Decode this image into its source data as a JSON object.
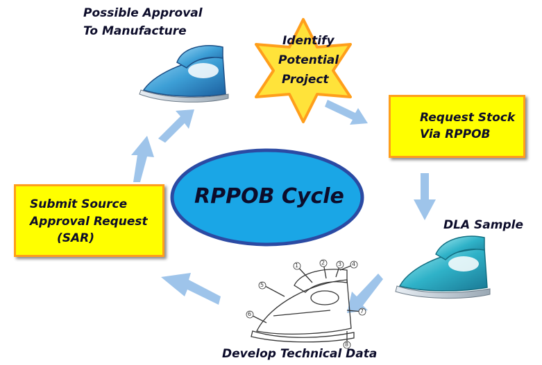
{
  "diagram": {
    "center": {
      "label": "RPPOB Cycle"
    },
    "steps": [
      {
        "line1": "Identify",
        "line2": "Potential",
        "line3": "Project"
      },
      {
        "line1": "Request Stock",
        "line2": "Via RPPOB"
      },
      {
        "line1": "DLA Sample"
      },
      {
        "line1": "Develop Technical Data"
      },
      {
        "line1": "Submit Source",
        "line2": "Approval Request",
        "line3": "(SAR)"
      },
      {
        "line1": "Possible Approval",
        "line2": "To Manufacture"
      }
    ],
    "drawing_callouts": [
      "1",
      "2",
      "3",
      "4",
      "5",
      "6",
      "7",
      "8"
    ],
    "colors": {
      "ellipse_fill": "#1aa6e6",
      "ellipse_stroke": "#2b4aa3",
      "box_fill": "#ffff00",
      "box_border": "#ff9e1b",
      "star_fill": "#ffe33a",
      "star_stroke": "#ff9e1b",
      "arrow": "#9ec4ea",
      "iron_blue": "#3d9fd6",
      "iron_teal": "#2fb2c8",
      "text": "#0c0c2a"
    }
  }
}
